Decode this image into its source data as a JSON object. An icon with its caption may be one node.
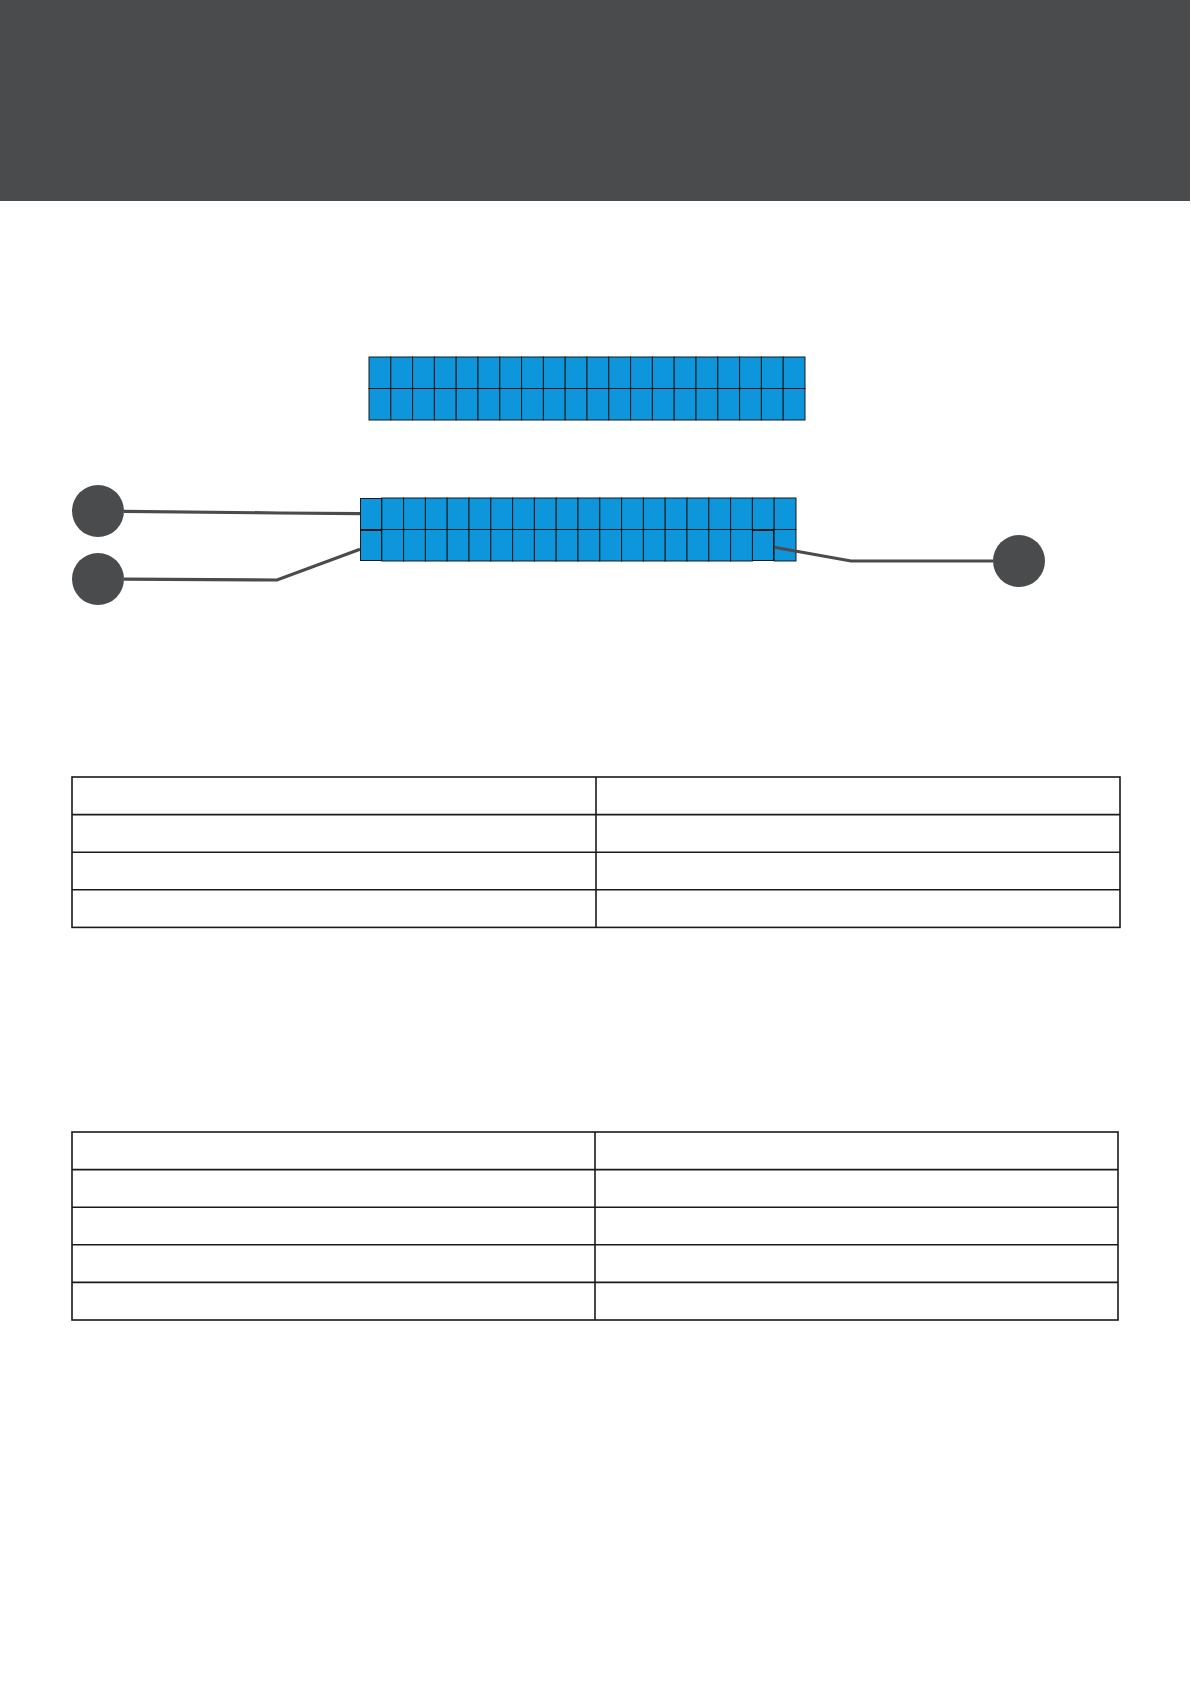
{
  "diagram": {
    "nodes": [
      {
        "text": [],
        "shape": "circle"
      },
      {
        "text": [],
        "shape": "box"
      },
      {
        "text": [],
        "shape": "circle"
      },
      {
        "text": [],
        "shape": "box"
      },
      {
        "text": [],
        "shape": "box"
      },
      {
        "text": [],
        "shape": "circle"
      }
    ],
    "edges": [
      {
        "from": 0,
        "to": 1,
        "arrow": "none"
      },
      {
        "from": 2,
        "to": 3,
        "arrow": "none"
      },
      {
        "from": 5,
        "to": 4,
        "arrow": "none"
      }
    ]
  }
}
